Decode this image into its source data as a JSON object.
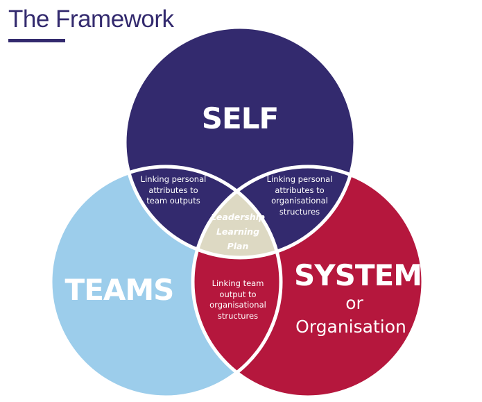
{
  "title": "The Framework",
  "colors": {
    "self": "#332a6e",
    "teams": "#9ccdeb",
    "system": "#b5173d",
    "center": "#ddd9c3",
    "title": "#332a6e",
    "outline": "#ffffff"
  },
  "circles": {
    "self": "SELF",
    "teams": "TEAMS",
    "system": "SYSTEM",
    "system_sub": [
      "or",
      "Organisation"
    ]
  },
  "intersections": {
    "self_teams": [
      "Linking personal",
      "attributes to",
      "team outputs"
    ],
    "self_system": [
      "Linking personal",
      "attributes to",
      "organisational",
      "structures"
    ],
    "teams_system": [
      "Linking team",
      "output to",
      "organisational",
      "structures"
    ]
  },
  "center": [
    "Leadership",
    "Learning",
    "Plan"
  ]
}
